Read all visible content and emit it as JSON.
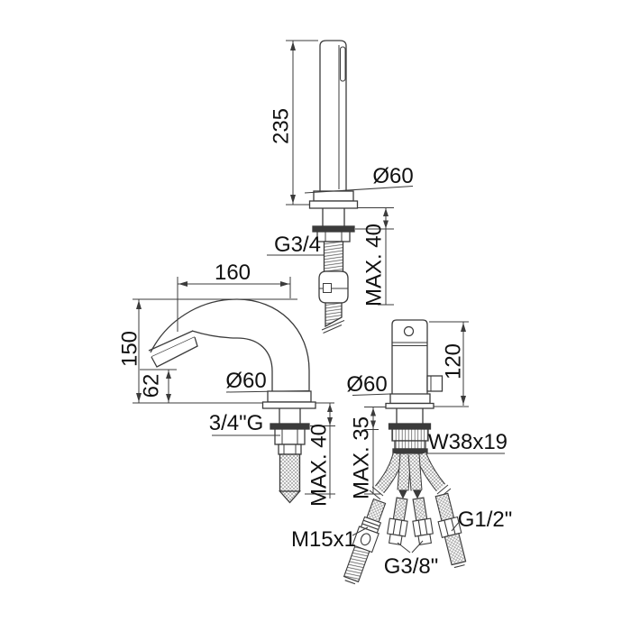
{
  "figures": {
    "hand_shower": {
      "length_mm": "235",
      "flange_diameter": "Ø60",
      "connection_thread": "G3/4",
      "max_deck_thickness": "MAX. 40"
    },
    "spout": {
      "reach_mm": "160",
      "height_mm": "150",
      "outlet_height_mm": "62",
      "flange_diameter": "Ø60",
      "connection_thread": "3/4\"G",
      "max_deck_thickness": "MAX. 40"
    },
    "mixer": {
      "height_mm": "120",
      "flange_diameter": "Ø60",
      "max_deck_thickness": "MAX. 35",
      "locknut_thread": "W38x19",
      "hose_left_thread": "M15x1",
      "hose_center_thread": "G3/8\"",
      "hose_right_thread": "G1/2\""
    },
    "colors": {
      "line": "#3b3b3b",
      "text": "#111111",
      "background": "#ffffff"
    }
  }
}
